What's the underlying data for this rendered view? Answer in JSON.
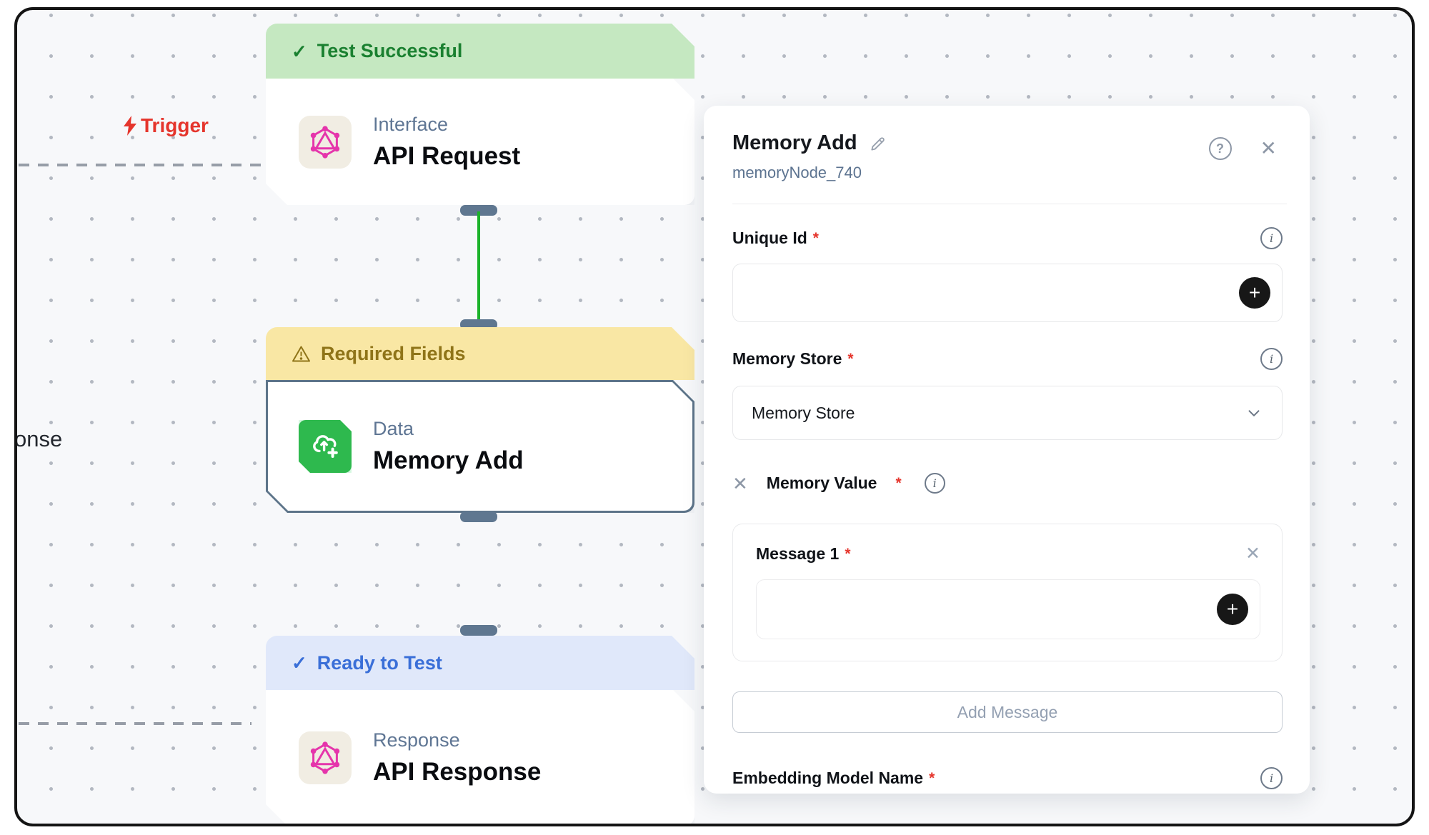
{
  "canvas": {
    "trigger": {
      "label": "Trigger"
    },
    "clipped_text_left": "onse",
    "nodes": [
      {
        "banner": "Test Successful",
        "category": "Interface",
        "title": "API Request",
        "icon": "graphql-icon",
        "status_type": "success"
      },
      {
        "banner": "Required Fields",
        "category": "Data",
        "title": "Memory Add",
        "icon": "memory-add-icon",
        "status_type": "warning",
        "selected": true
      },
      {
        "banner": "Ready to Test",
        "category": "Response",
        "title": "API Response",
        "icon": "graphql-icon",
        "status_type": "ready"
      }
    ]
  },
  "panel": {
    "title": "Memory Add",
    "subtitle": "memoryNode_740",
    "fields": {
      "unique_id": {
        "label": "Unique Id",
        "required": "*",
        "value": ""
      },
      "memory_store": {
        "label": "Memory Store",
        "required": "*",
        "selected_value": "Memory Store"
      },
      "memory_value": {
        "label": "Memory Value",
        "required": "*"
      },
      "message_1": {
        "label": "Message 1",
        "required": "*",
        "value": ""
      },
      "embedding_model_name": {
        "label": "Embedding Model Name",
        "required": "*"
      }
    },
    "buttons": {
      "add_message": "Add Message"
    }
  },
  "glyphs": {
    "check": "✓",
    "close": "✕",
    "plus": "+",
    "help": "?",
    "info": "i"
  },
  "colors": {
    "canvas_bg": "#f7f8fa",
    "success_banner_bg": "#c5e8c1",
    "success_banner_text": "#1a8030",
    "warning_banner_bg": "#f9e7a4",
    "warning_banner_text": "#8f7418",
    "ready_banner_bg": "#e0e8fa",
    "ready_banner_text": "#3a6fd8",
    "edge_green": "#1db32b",
    "handle_slate": "#5f7790",
    "trigger_red": "#e5352c",
    "graphql_pink": "#e535ab",
    "memory_green": "#2eb94e",
    "required_red": "#e5352c"
  }
}
